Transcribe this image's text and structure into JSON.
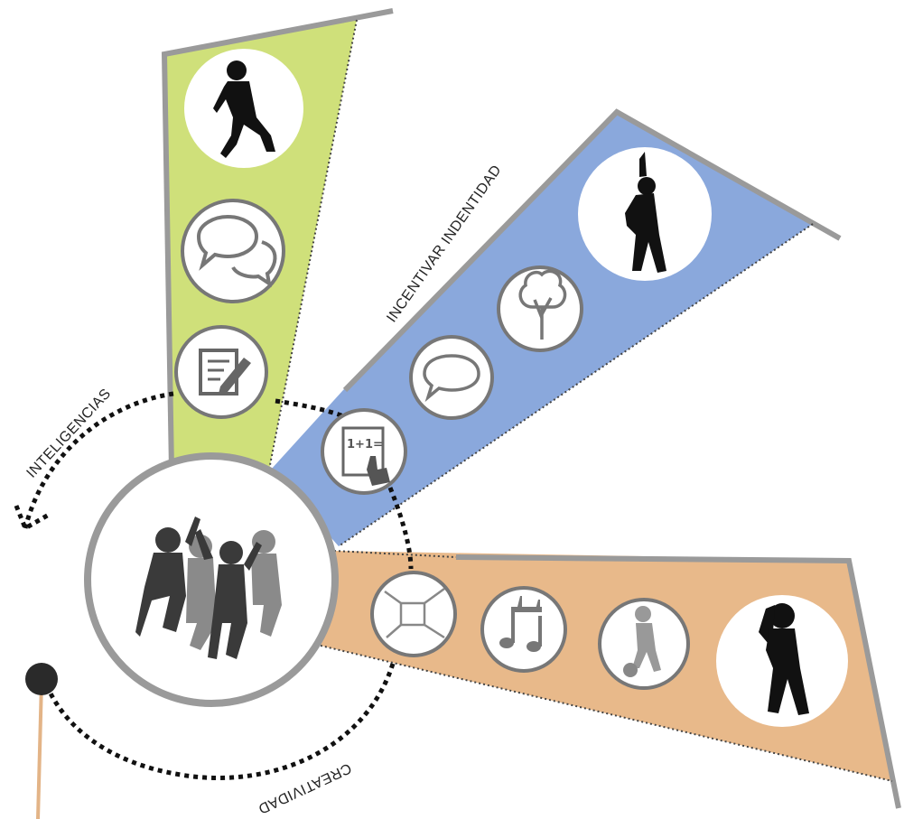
{
  "labels": {
    "inteligencias": "INTELIGENCIAS",
    "incentivar": "INCENTIVAR INDENTIDAD",
    "creatividad": "CREATIVIDAD"
  },
  "math_icon_text": "1+1=",
  "colors": {
    "green": "#cfe07a",
    "blue": "#8aa8dc",
    "orange": "#e8b98a",
    "border_gray": "#9a9a9a",
    "icon_gray": "#777777",
    "dots": "#111111",
    "pin_line": "#e3b487"
  },
  "icons": {
    "green_wedge": [
      "running-child-icon",
      "chat-bubbles-icon",
      "note-pencil-icon"
    ],
    "blue_wedge": [
      "math-touch-icon",
      "speech-bubble-icon",
      "tree-icon",
      "dancing-child-icon"
    ],
    "orange_wedge": [
      "room-perspective-icon",
      "music-notes-icon",
      "ball-child-icon",
      "child-silhouette-icon"
    ],
    "center": "children-group-icon"
  }
}
